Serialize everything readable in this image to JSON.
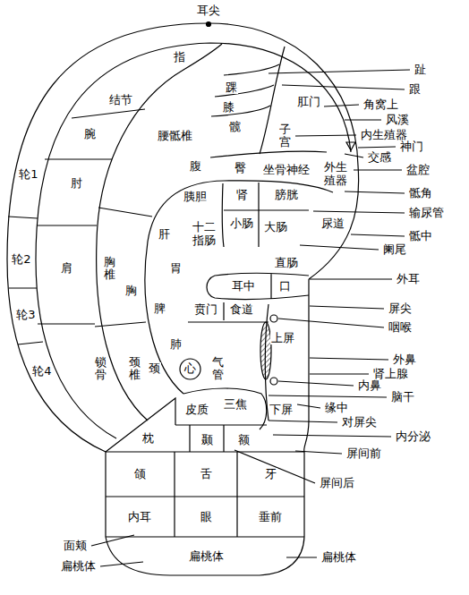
{
  "diagram": {
    "nodes": [
      {
        "text": [
          "心"
        ]
      }
    ],
    "labels": [
      "耳尖",
      "趾",
      "跟",
      "踝",
      "指",
      "结节",
      "膝",
      "肛门",
      "角窝上",
      "风溪",
      "内生殖器",
      "髋",
      "子宫",
      "神门",
      "交感",
      "腕",
      "腰骶椎",
      "臀",
      "坐骨神经",
      "外生 殖器",
      "盆腔",
      "骶角",
      "轮1",
      "肘",
      "腹",
      "肾",
      "膀胱",
      "输尿管",
      "胰胆",
      "尿道",
      "骶中",
      "十二 指肠",
      "小肠",
      "大肠",
      "阑尾",
      "肝",
      "轮2",
      "肩",
      "胸椎",
      "胸",
      "胃",
      "直肠",
      "耳中",
      "口",
      "外耳",
      "贲门",
      "食道",
      "脾",
      "屏尖",
      "咽喉",
      "轮3",
      "上屏",
      "肺",
      "颈",
      "气管",
      "外鼻",
      "肾上腺",
      "内鼻",
      "轮4",
      "锁骨",
      "颈椎",
      "脑干",
      "缘中",
      "皮质",
      "三焦",
      "下屏",
      "对屏尖",
      "枕",
      "内分泌",
      "颞",
      "额",
      "屏间前",
      "颌",
      "舌",
      "牙",
      "屏间后",
      "内耳",
      "眼",
      "垂前",
      "面颊",
      "扁桃体",
      "扁桃体",
      "扁桃体"
    ]
  }
}
